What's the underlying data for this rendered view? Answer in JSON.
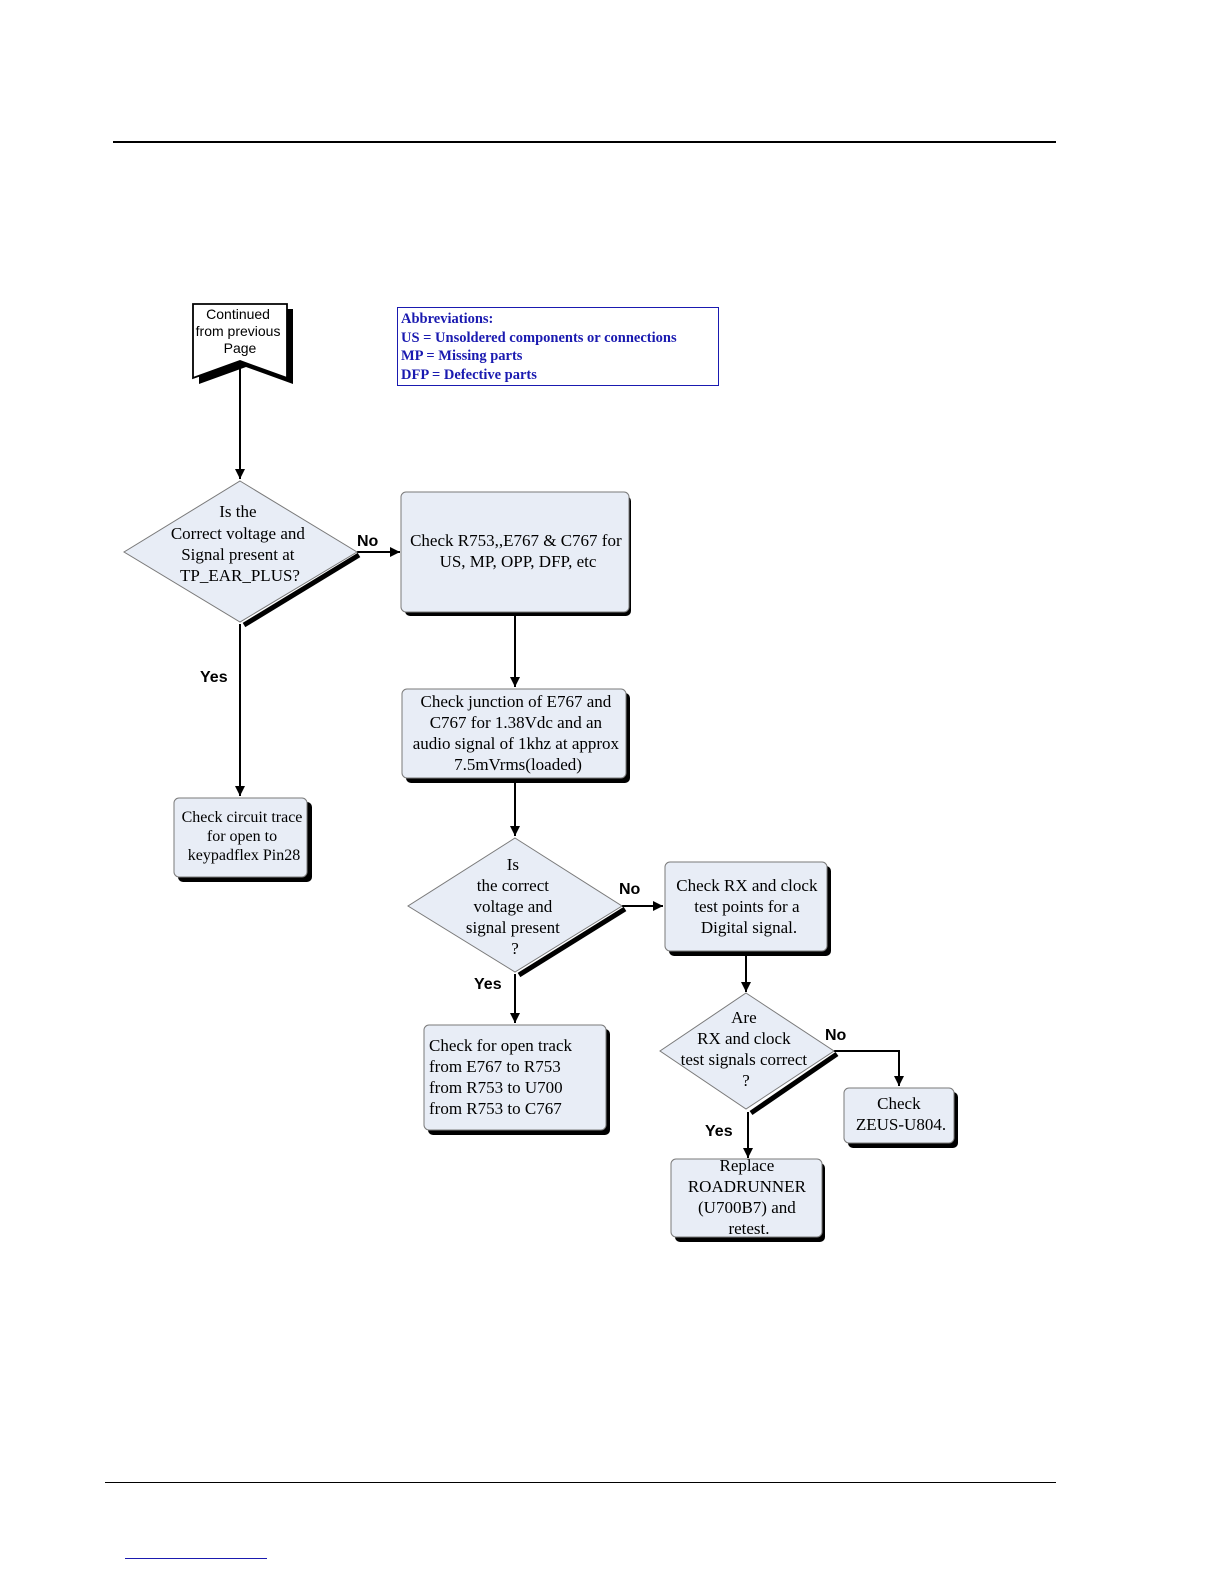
{
  "abbreviations": {
    "title": "Abbreviations:",
    "lines": [
      "US = Unsoldered components or connections",
      "MP = Missing parts",
      "DFP = Defective parts"
    ]
  },
  "start": {
    "lines": [
      "Continued",
      "from previous",
      "Page"
    ]
  },
  "decision1": {
    "lines": [
      "Is the",
      "Correct voltage and",
      "Signal present at",
      "TP_EAR_PLUS?"
    ]
  },
  "process_check_r753": {
    "lines": [
      "Check R753,,E767 & C767 for",
      "US, MP, OPP, DFP, etc"
    ]
  },
  "process_check_junction": {
    "lines": [
      "Check junction of E767 and",
      "C767 for 1.38Vdc and an",
      "audio signal of 1khz at approx",
      "7.5mVrms(loaded)"
    ]
  },
  "process_circuit_trace": {
    "lines": [
      "Check circuit trace",
      "for open to",
      "keypadflex  Pin28"
    ]
  },
  "decision2": {
    "lines": [
      "Is",
      "the correct",
      "voltage and",
      "signal present",
      "?"
    ]
  },
  "process_rx_clock": {
    "lines": [
      "Check RX and clock",
      "test points for a",
      "Digital signal."
    ]
  },
  "process_open_track": {
    "lines": [
      "Check for open track",
      "from E767 to R753",
      "from R753 to U700",
      "from R753 to C767"
    ]
  },
  "decision3": {
    "lines": [
      "Are",
      "RX and clock",
      "test signals correct",
      "?"
    ]
  },
  "process_zeus": {
    "lines": [
      "Check",
      "ZEUS-U804."
    ]
  },
  "process_roadrunner": {
    "lines": [
      "Replace",
      "ROADRUNNER",
      "(U700B7) and",
      "retest."
    ]
  },
  "labels": {
    "no1": "No",
    "yes1": "Yes",
    "no2": "No",
    "yes2": "Yes",
    "no3": "No",
    "yes3": "Yes"
  },
  "colors": {
    "box_fill": "#e8edf6",
    "box_stroke": "#7a7a7a",
    "shadow": "#000000",
    "abbr_text": "#1a1ab0"
  }
}
